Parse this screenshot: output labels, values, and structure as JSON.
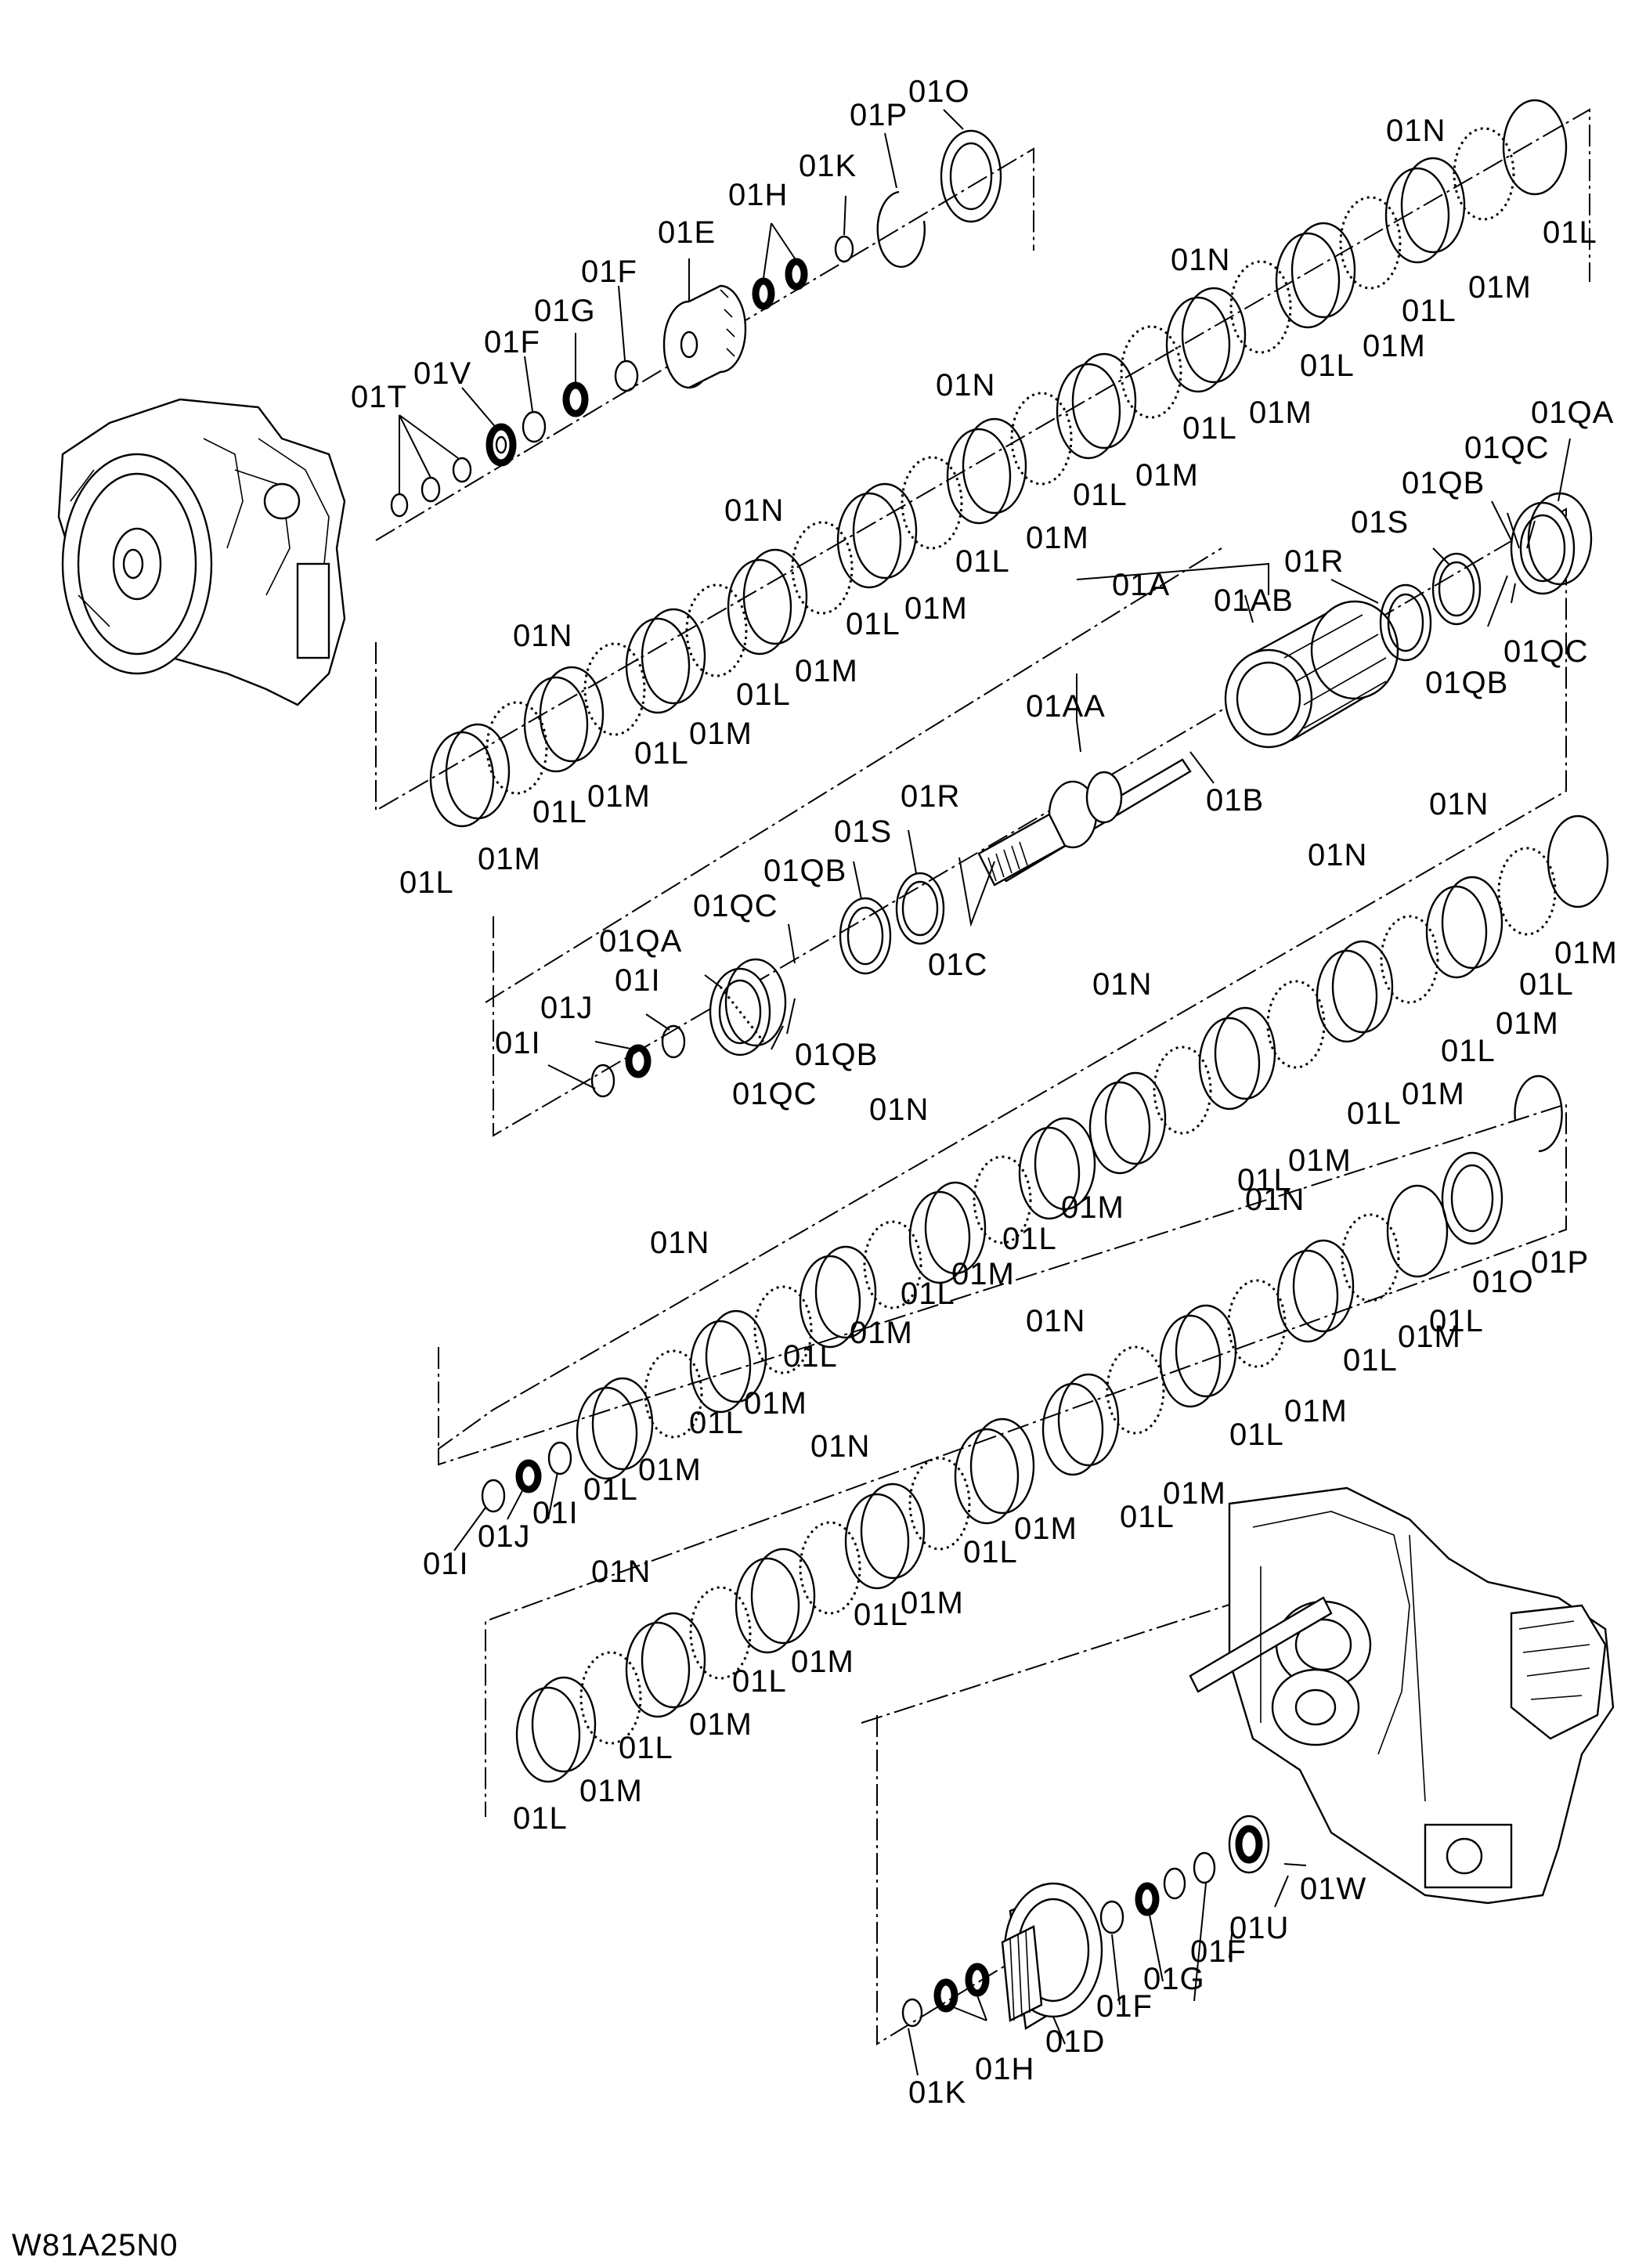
{
  "diagram": {
    "drawing_code": "W81A25N0",
    "labels": {
      "01A": "01A",
      "01AA": "01AA",
      "01AB": "01AB",
      "01B": "01B",
      "01C": "01C",
      "01D": "01D",
      "01E": "01E",
      "01F": "01F",
      "01G": "01G",
      "01H": "01H",
      "01I": "01I",
      "01J": "01J",
      "01K": "01K",
      "01L": "01L",
      "01M": "01M",
      "01N": "01N",
      "01O": "01O",
      "01P": "01P",
      "01QA": "01QA",
      "01QB": "01QB",
      "01QC": "01QC",
      "01R": "01R",
      "01S": "01S",
      "01T": "01T",
      "01U": "01U",
      "01V": "01V",
      "01W": "01W"
    }
  }
}
